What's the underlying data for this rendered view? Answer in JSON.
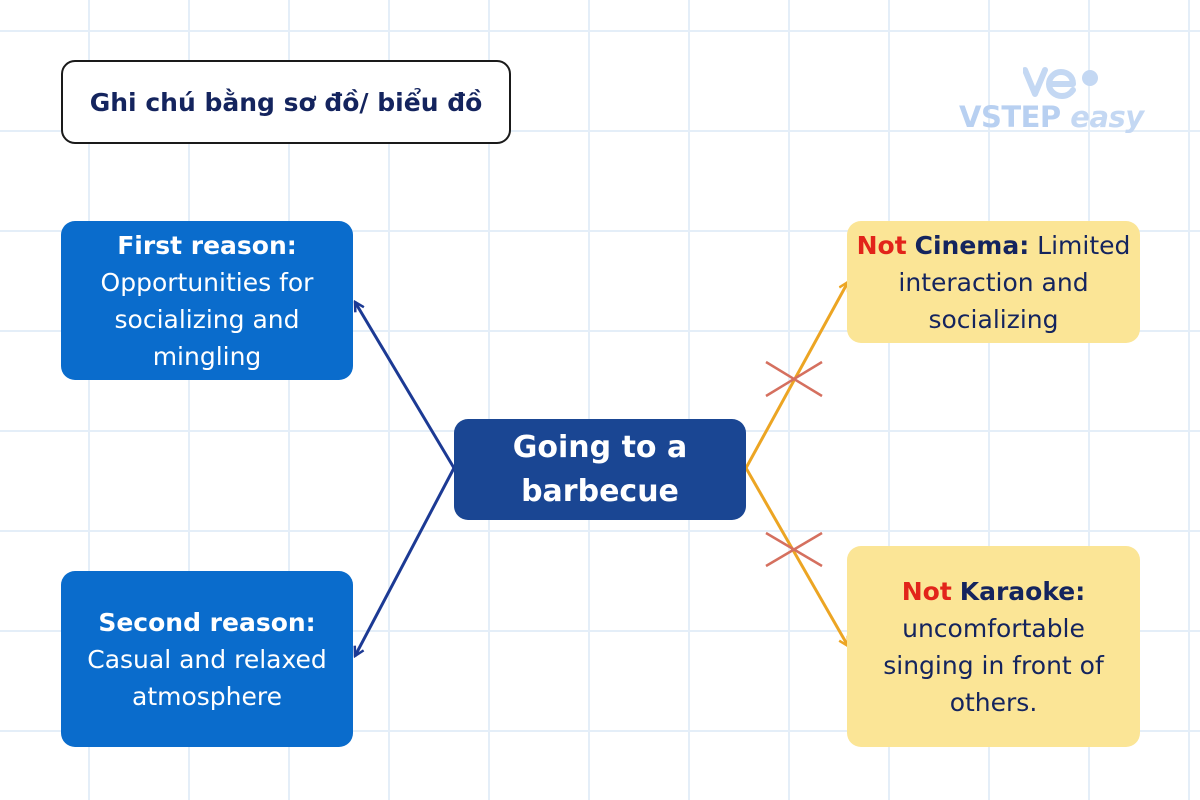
{
  "title": "Ghi chú bằng sơ đồ/ biểu đồ",
  "logo": {
    "word1": "VSTEP",
    "word2": "easy"
  },
  "center": {
    "line1": "Going to a",
    "line2": "barbecue"
  },
  "reasons": [
    {
      "heading": "First reason:",
      "lines": [
        "Opportunities for",
        "socializing and",
        "mingling"
      ]
    },
    {
      "heading": "Second reason:",
      "lines": [
        "Casual and relaxed",
        "atmosphere"
      ]
    }
  ],
  "rejected": [
    {
      "prefix": "Not",
      "option": "Cinema:",
      "inline": "Limited",
      "lines": [
        "interaction and",
        "socializing"
      ]
    },
    {
      "prefix": "Not",
      "option": "Karaoke:",
      "lines": [
        "uncomfortable",
        "singing in front of",
        "others."
      ]
    }
  ],
  "colors": {
    "reason_box": "#0a6ccc",
    "center_box": "#1a4693",
    "rejected_box": "#fbe596",
    "blue_arrow": "#1c3a94",
    "orange_arrow": "#eca523",
    "cross": "#d5705f",
    "not_text": "#e2241a",
    "navy_text": "#14245e"
  }
}
